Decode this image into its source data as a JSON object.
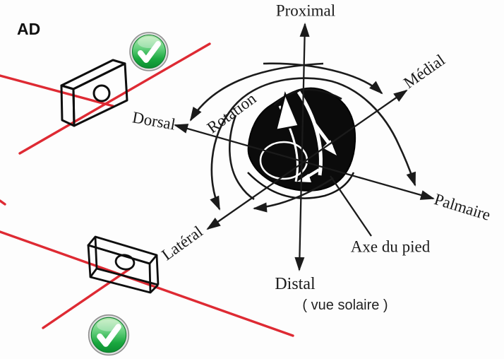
{
  "figure": {
    "corner_label": "AD",
    "caption": "( vue solaire )",
    "labels": {
      "proximal": "Proximal",
      "medial": "Médial",
      "dorsal": "Dorsal",
      "rotation": "Rotation",
      "lateral": "Latéral",
      "palmaire": "Palmaire",
      "axe_du_pied": "Axe du pied",
      "distal": "Distal"
    },
    "icons": {
      "top_check": "green-check-icon",
      "bottom_check": "green-check-icon"
    },
    "colors": {
      "axis_ink": "#1b1b1b",
      "cross_line_red": "#de2a33",
      "check_green": "#17a33c"
    }
  }
}
